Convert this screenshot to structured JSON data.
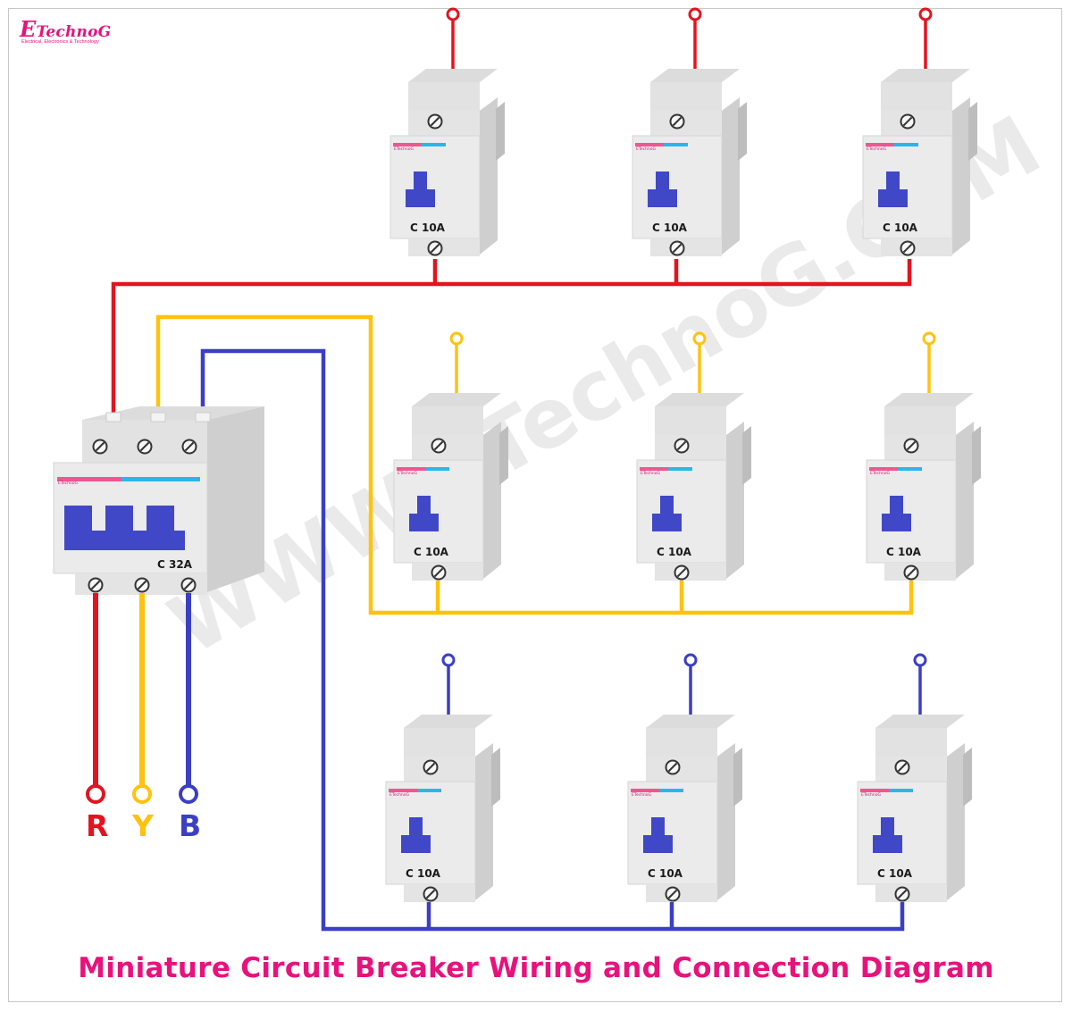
{
  "logo": {
    "initial": "E",
    "rest": "TechnoG",
    "tagline": "Electrical, Electronics & Technology"
  },
  "watermark": "WWW.ETechnoG.COM",
  "title": "Miniature Circuit Breaker Wiring and Connection Diagram",
  "phases": [
    {
      "label": "R",
      "color": "#e3141f"
    },
    {
      "label": "Y",
      "color": "#ffc20e"
    },
    {
      "label": "B",
      "color": "#3a3fc4"
    }
  ],
  "main_breaker": {
    "rating": "C 32A",
    "brand": "ETechnoG",
    "handle_color": "#4048c8"
  },
  "branch_rating": "C 10A",
  "branch_rows": [
    {
      "phase": "R",
      "breakers": [
        "C 10A",
        "C 10A",
        "C 10A"
      ]
    },
    {
      "phase": "Y",
      "breakers": [
        "C 10A",
        "C 10A",
        "C 10A"
      ]
    },
    {
      "phase": "B",
      "breakers": [
        "C 10A",
        "C 10A",
        "C 10A"
      ]
    }
  ],
  "colors": {
    "body_front": "#ebebeb",
    "body_side": "#cfcfcf",
    "body_top": "#dcdcdc",
    "label_pink": "#f0568f",
    "label_cyan": "#2bb6ea",
    "title": "#e8127c"
  }
}
